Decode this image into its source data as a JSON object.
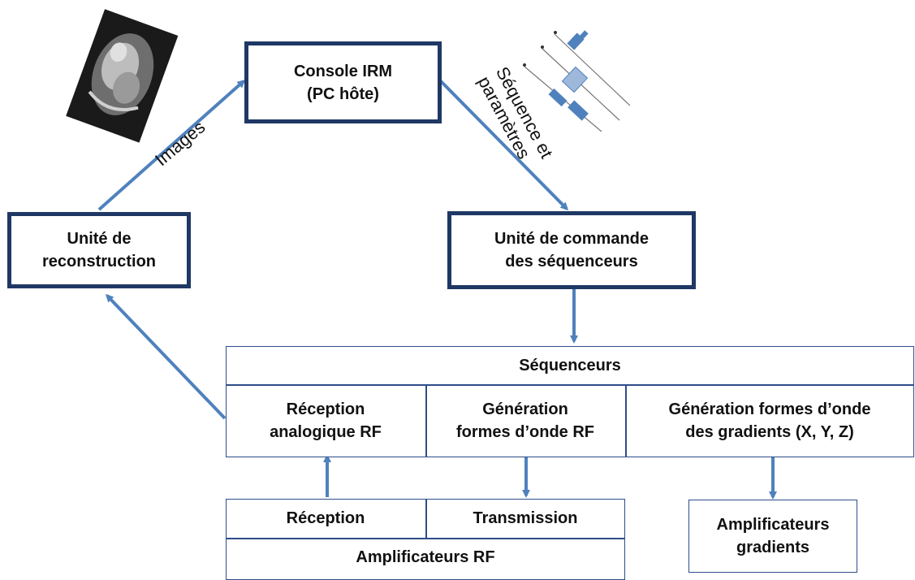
{
  "nodes": {
    "console": "Console IRM\n(PC hôte)",
    "reconstruction": "Unité de\nreconstruction",
    "commande": "Unité de commande\ndes séquenceurs",
    "sequenceurs": {
      "title": "Séquenceurs",
      "reception": "Réception\nanalogique RF",
      "generation_rf": "Génération\nformes d’onde RF",
      "generation_gradients": "Génération formes d’onde\ndes gradients (X, Y, Z)"
    },
    "amplificateurs_rf": {
      "reception": "Réception",
      "transmission": "Transmission",
      "title": "Amplificateurs RF"
    },
    "amplificateurs_gradients": "Amplificateurs\ngradients"
  },
  "edge_labels": {
    "images": "Images",
    "sequence": "Séquence et\nparamètres"
  },
  "colors": {
    "arrow": "#4f81bd",
    "thick_border": "#1f3864"
  }
}
